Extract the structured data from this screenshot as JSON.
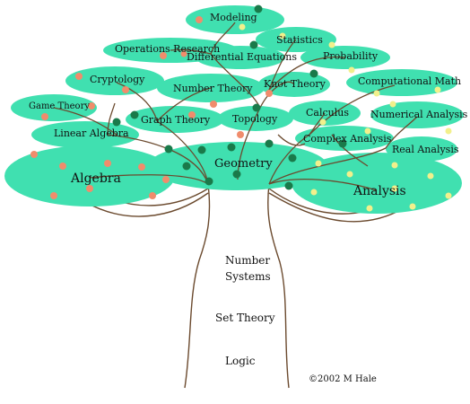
{
  "diagram": {
    "labels": {
      "modeling": "Modeling",
      "statistics": "Statistics",
      "operations_research": "Operations Research",
      "differential_equations": "Differential Equations",
      "probability": "Probability",
      "cryptology": "Cryptology",
      "number_theory": "Number Theory",
      "knot_theory": "Knot Theory",
      "computational_math": "Computational Math",
      "game_theory": "Game Theory",
      "calculus": "Calculus",
      "numerical_analysis": "Numerical Analysis",
      "graph_theory": "Graph Theory",
      "topology": "Topology",
      "linear_algebra": "Linear Algebra",
      "complex_analysis": "Complex Analysis",
      "real_analysis": "Real Analysis",
      "geometry": "Geometry",
      "algebra": "Algebra",
      "analysis": "Analysis",
      "number_systems_line1": "Number",
      "number_systems_line2": "Systems",
      "set_theory": "Set Theory",
      "logic": "Logic",
      "copyright": "©2002 M Hale"
    },
    "colors": {
      "foliage": "#40e0b0",
      "branch": "#6b4a2e",
      "trunk_outline": "#6b4a2e",
      "fruit_orange": "#f08c6c",
      "fruit_green": "#1a7a4a",
      "fruit_yellow": "#f2f08c"
    }
  }
}
